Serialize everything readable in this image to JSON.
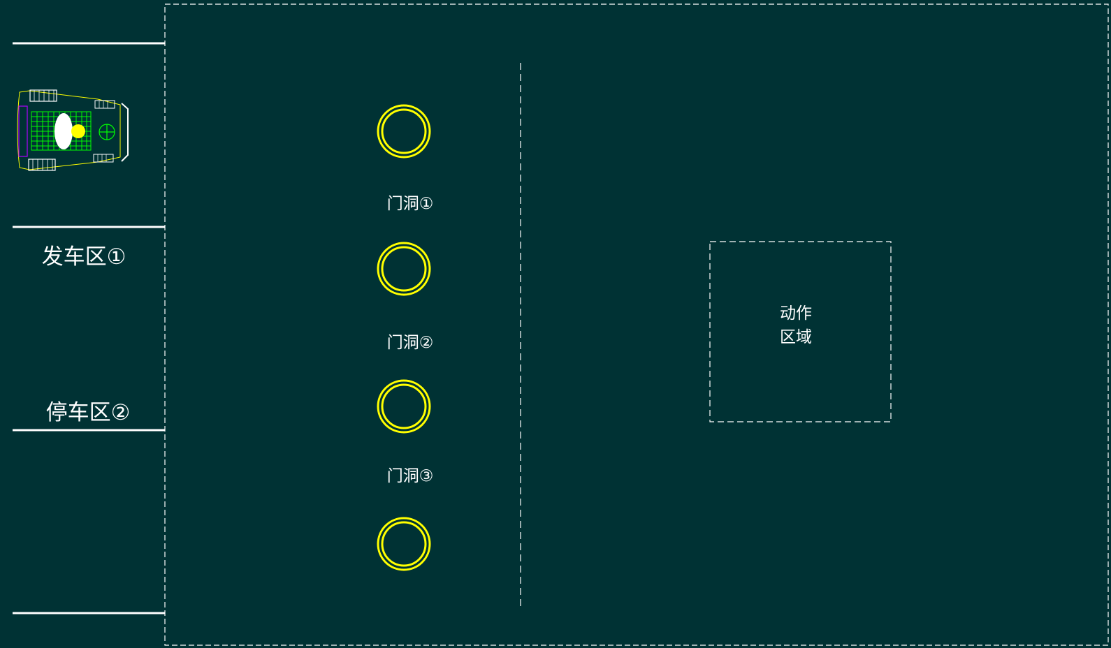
{
  "colors": {
    "background": "#003234",
    "line": "#ffffff",
    "pole": "#ffff00",
    "grid": "#00ff00",
    "accent": "#b000ff"
  },
  "zones": {
    "start_zone": "发车区①",
    "parking_zone": "停车区②",
    "action_area_line1": "动作",
    "action_area_line2": "区域"
  },
  "gates": [
    {
      "label": "门洞①"
    },
    {
      "label": "门洞②"
    },
    {
      "label": "门洞③"
    }
  ],
  "poles": [
    {
      "name": "pole-1"
    },
    {
      "name": "pole-2"
    },
    {
      "name": "pole-3"
    },
    {
      "name": "pole-4"
    }
  ],
  "robot": {
    "icon": "robot-car-icon"
  }
}
